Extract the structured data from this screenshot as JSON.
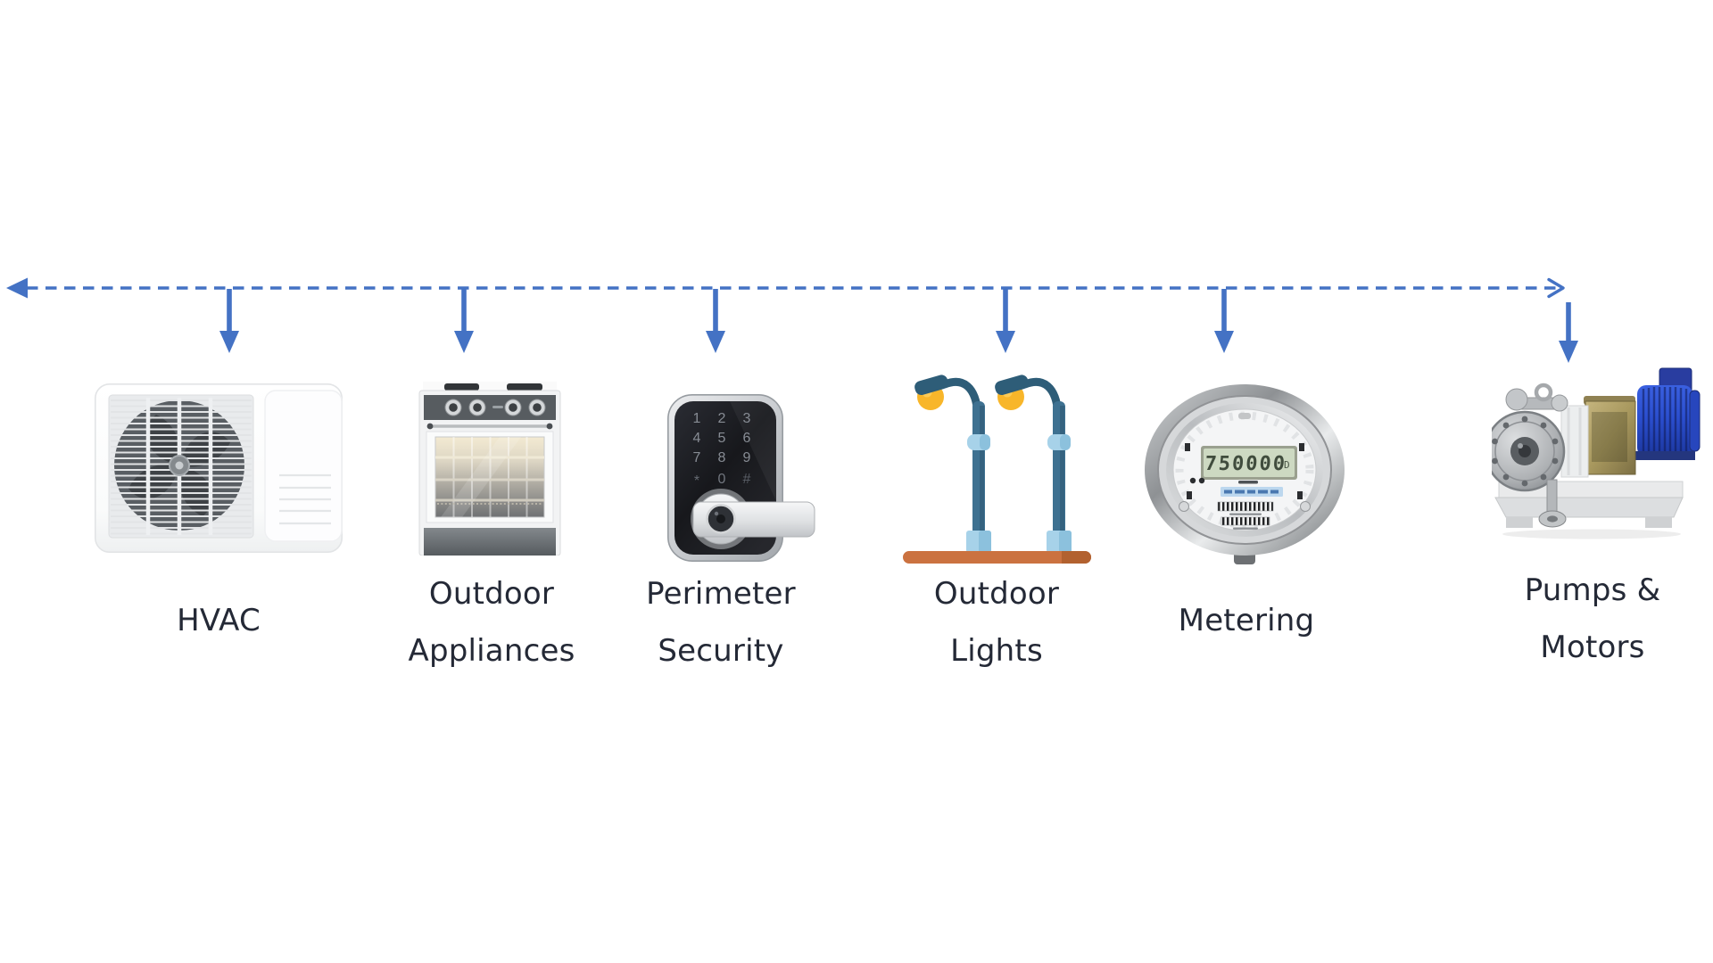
{
  "page": {
    "background": "#ffffff",
    "description": "Smart-equipment categories diagram: dashed bus line with drop arrows to six device images"
  },
  "connector": {
    "type": "dashed-double-arrow-line",
    "color": "#4472C4",
    "branch_count": 6
  },
  "items": [
    {
      "id": "hvac",
      "label": "HVAC",
      "label_lines": [
        "HVAC"
      ],
      "icon": "air-conditioner-icon"
    },
    {
      "id": "outdoor-appliances",
      "label": "Outdoor Appliances",
      "label_lines": [
        "Outdoor",
        "Appliances"
      ],
      "icon": "oven-icon"
    },
    {
      "id": "perimeter-security",
      "label": "Perimeter Security",
      "label_lines": [
        "Perimeter",
        "Security"
      ],
      "icon": "smart-lock-icon",
      "keypad": [
        [
          "1",
          "2",
          "3"
        ],
        [
          "4",
          "5",
          "6"
        ],
        [
          "7",
          "8",
          "9"
        ],
        [
          "*",
          "0",
          "#"
        ]
      ]
    },
    {
      "id": "outdoor-lights",
      "label": "Outdoor Lights",
      "label_lines": [
        "Outdoor",
        "Lights"
      ],
      "icon": "street-lamps-icon"
    },
    {
      "id": "metering",
      "label": "Metering",
      "label_lines": [
        "Metering"
      ],
      "icon": "electric-meter-icon",
      "meter_reading": "750000",
      "meter_unit": "D"
    },
    {
      "id": "pumps-motors",
      "label": "Pumps & Motors",
      "label_lines": [
        "Pumps &",
        "Motors"
      ],
      "icon": "pump-motor-icon"
    }
  ],
  "colors": {
    "arrow_blue": "#4472C4",
    "label_text": "#242936",
    "lamp_pole_teal": "#3E7191",
    "lamp_dark_teal": "#2E5D78",
    "lamp_light_blue": "#A7D2E9",
    "lamp_bulb_yellow": "#F8B62A",
    "ground_bar_orange": "#CB7240",
    "motor_blue": "#2B4FD0",
    "brass_gold": "#A8985E",
    "lcd_green": "#CDD9C2"
  }
}
